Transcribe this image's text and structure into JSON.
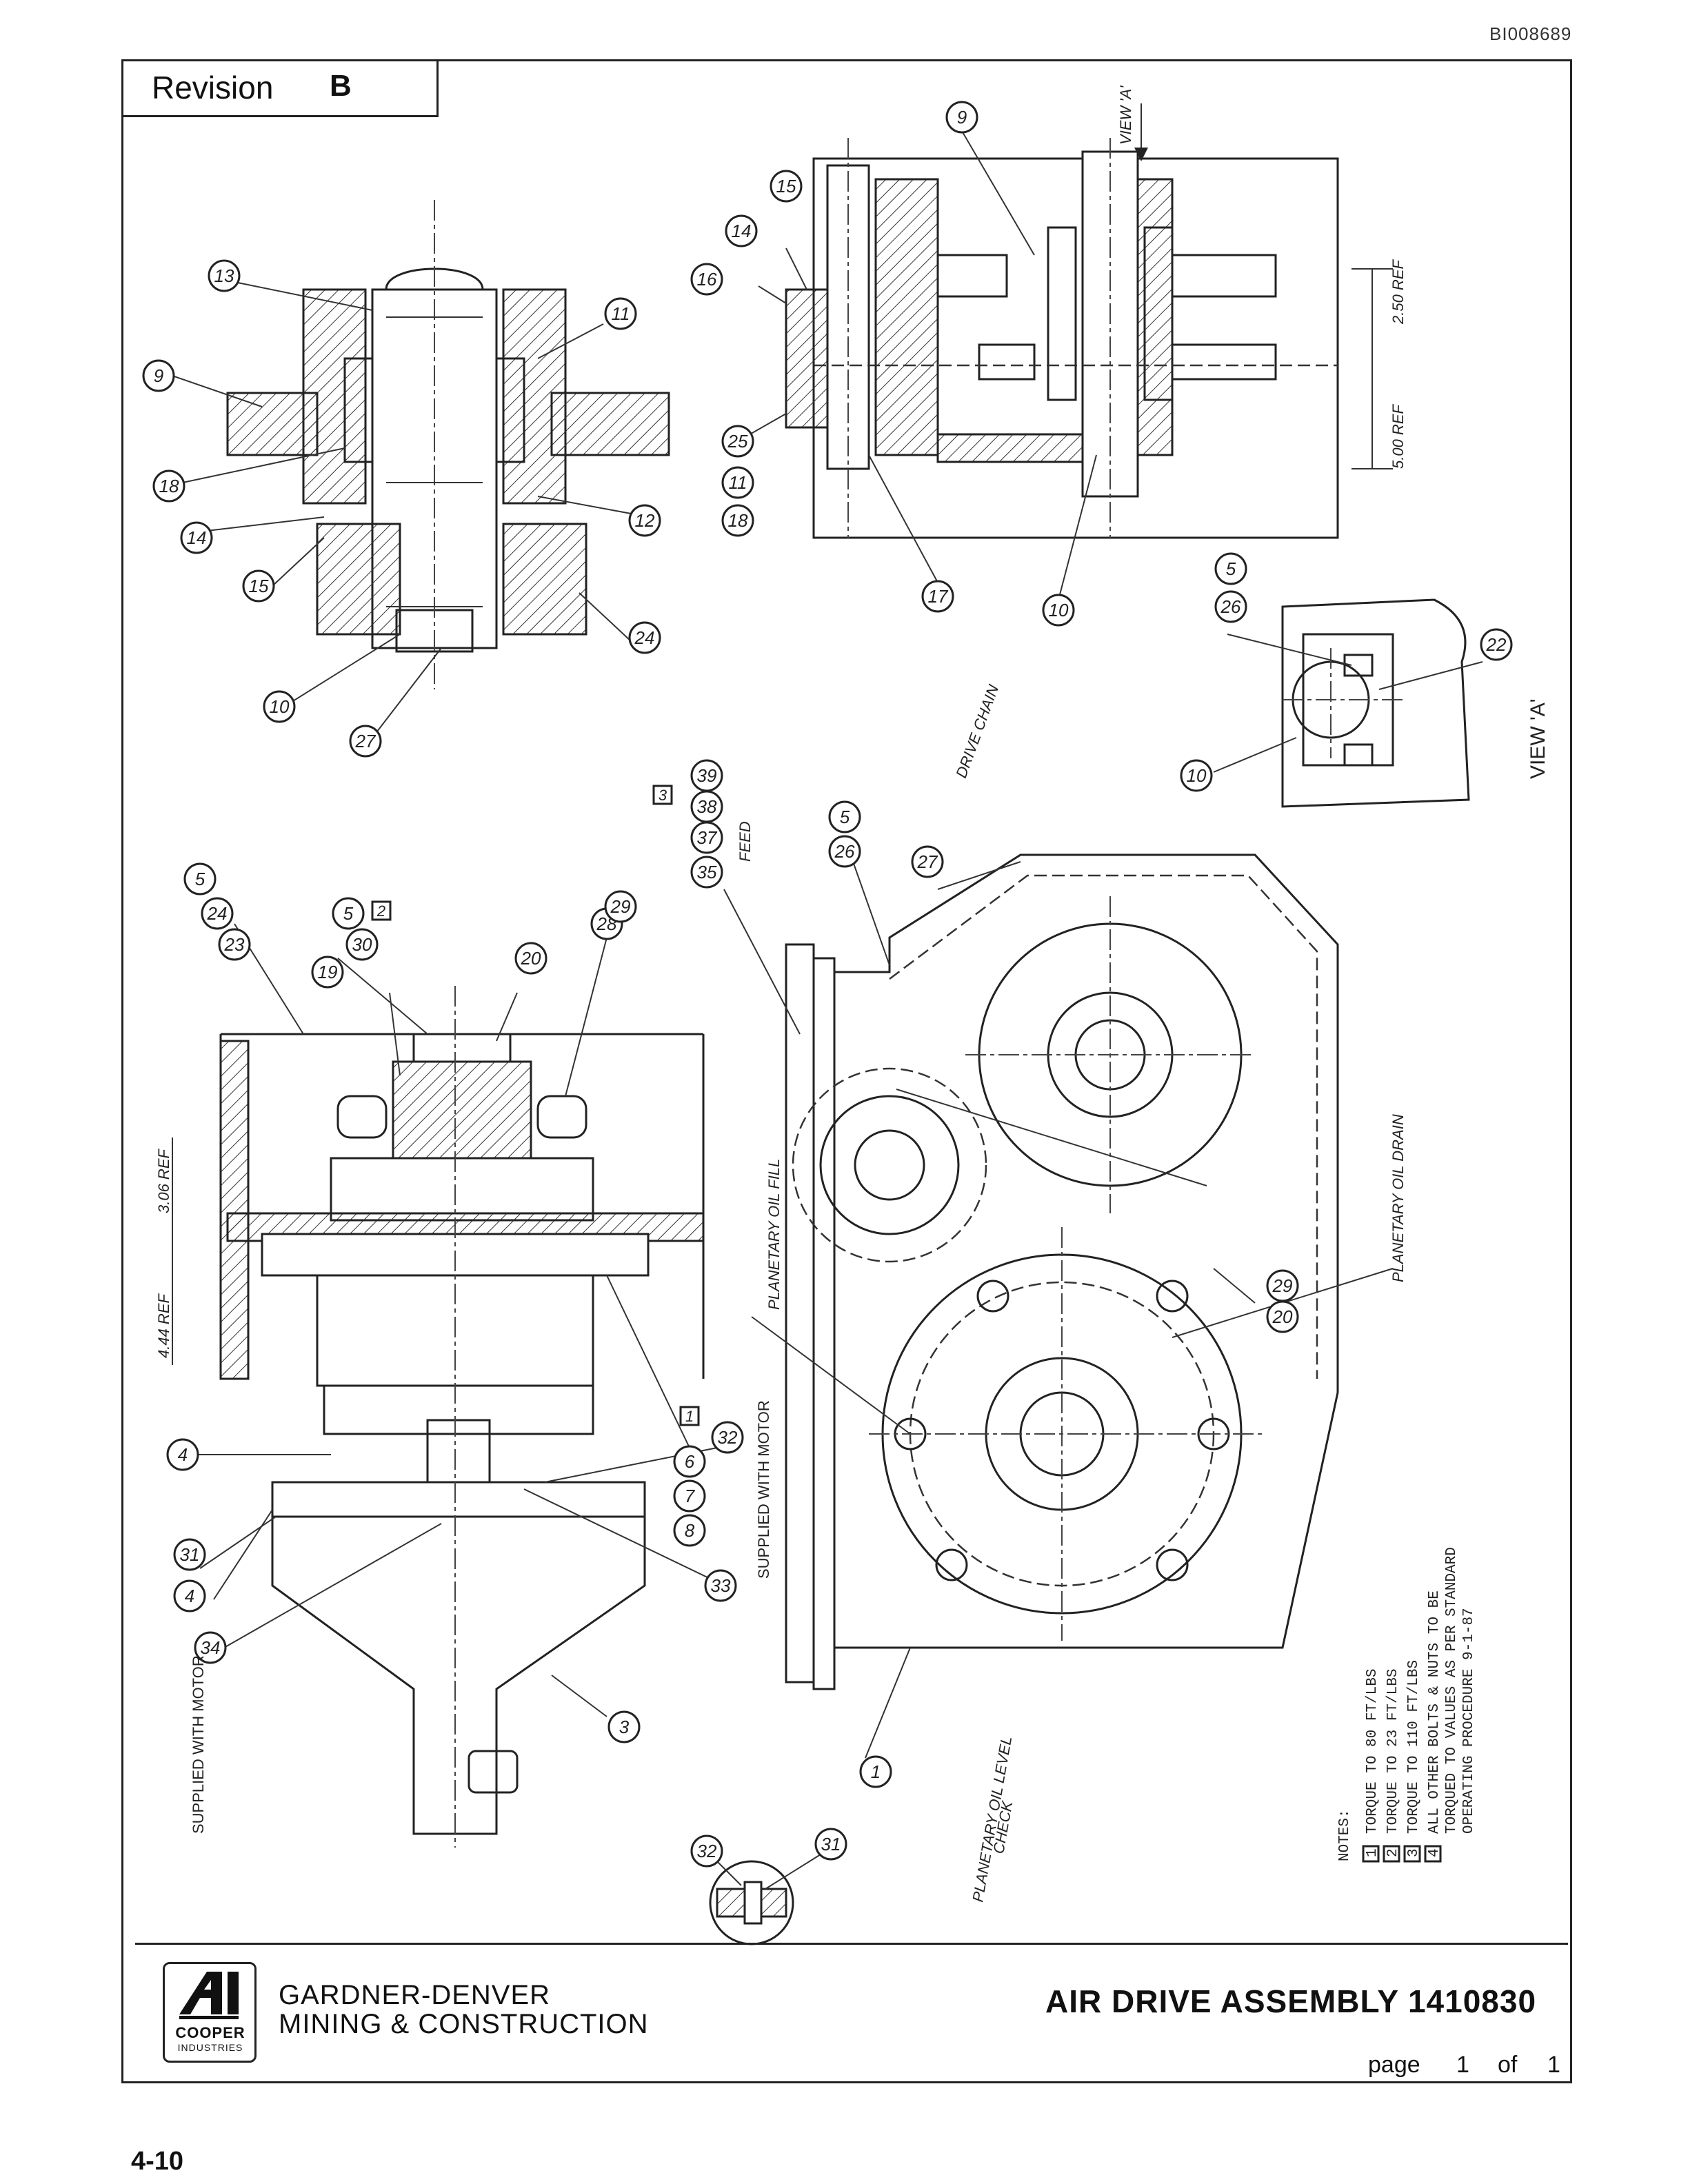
{
  "document_id": "BI008689",
  "revision": {
    "label": "Revision",
    "value": "B"
  },
  "balloons": {
    "b9a": "9",
    "b13": "13",
    "b11a": "11",
    "b18a": "18",
    "b14a": "14",
    "b15a": "15",
    "b24": "24",
    "b12": "12",
    "b10a": "10",
    "b27a": "27",
    "b9b": "9",
    "b14b": "14",
    "b15b": "15",
    "b16": "16",
    "b25": "25",
    "b18b": "18",
    "b11b": "11",
    "b17": "17",
    "b10b": "10",
    "b26a": "26",
    "b5a": "5",
    "b22": "22",
    "b10c": "10",
    "b23": "23",
    "b24b": "24",
    "b5b": "5",
    "b19": "19",
    "b5c": "5",
    "b30": "30",
    "b20": "20",
    "b28": "28",
    "b29a": "29",
    "b35": "35",
    "b37": "37",
    "b38": "38",
    "b39": "39",
    "b26b": "26",
    "b5d": "5",
    "b27b": "27",
    "b20b": "20",
    "b29b": "29",
    "b6": "6",
    "b7": "7",
    "b8": "8",
    "b4a": "4",
    "b32a": "32",
    "b31a": "31",
    "b4b": "4",
    "b33": "33",
    "b34": "34",
    "b3": "3",
    "b1": "1",
    "b32b": "32",
    "b31b": "31"
  },
  "note_flags": {
    "f2": "2",
    "f1": "1",
    "f3": "3"
  },
  "labels": {
    "view_a_arrow": "VIEW 'A'",
    "view_a_title": "VIEW 'A'",
    "feed": "FEED",
    "drive_chain": "DRIVE CHAIN",
    "planetary_oil_fill": "PLANETARY OIL FILL",
    "planetary_oil_drain": "PLANETARY OIL DRAIN",
    "planetary_oil_level_check_1": "PLANETARY OIL LEVEL",
    "planetary_oil_level_check_2": "CHECK",
    "supplied_with_motor_1": "SUPPLIED WITH MOTOR",
    "supplied_with_motor_2": "SUPPLIED WITH MOTOR",
    "dim_250": "2.50 REF",
    "dim_500": "5.00 REF",
    "dim_306": "3.06 REF",
    "dim_444": "4.44 REF"
  },
  "notes": {
    "heading": "NOTES:",
    "items": [
      {
        "num": "1",
        "text": "TORQUE TO 80 FT/LBS"
      },
      {
        "num": "2",
        "text": "TORQUE TO 23 FT/LBS"
      },
      {
        "num": "3",
        "text": "TORQUE TO 110 FT/LBS"
      },
      {
        "num": "4",
        "text": "ALL OTHER BOLTS & NUTS TO BE"
      }
    ],
    "continuation_1": "TORQUED TO VALUES AS PER STANDARD",
    "continuation_2": "OPERATING PROCEDURE 9-1-87"
  },
  "title_block": {
    "logo_cooper": "COOPER",
    "logo_industries": "INDUSTRIES",
    "company_line1": "GARDNER-DENVER",
    "company_line2": "MINING & CONSTRUCTION",
    "title": "AIR DRIVE ASSEMBLY  1410830",
    "page_label": "page",
    "page_number": "1",
    "page_of": "of",
    "page_total": "1"
  },
  "manual_page": "4-10"
}
